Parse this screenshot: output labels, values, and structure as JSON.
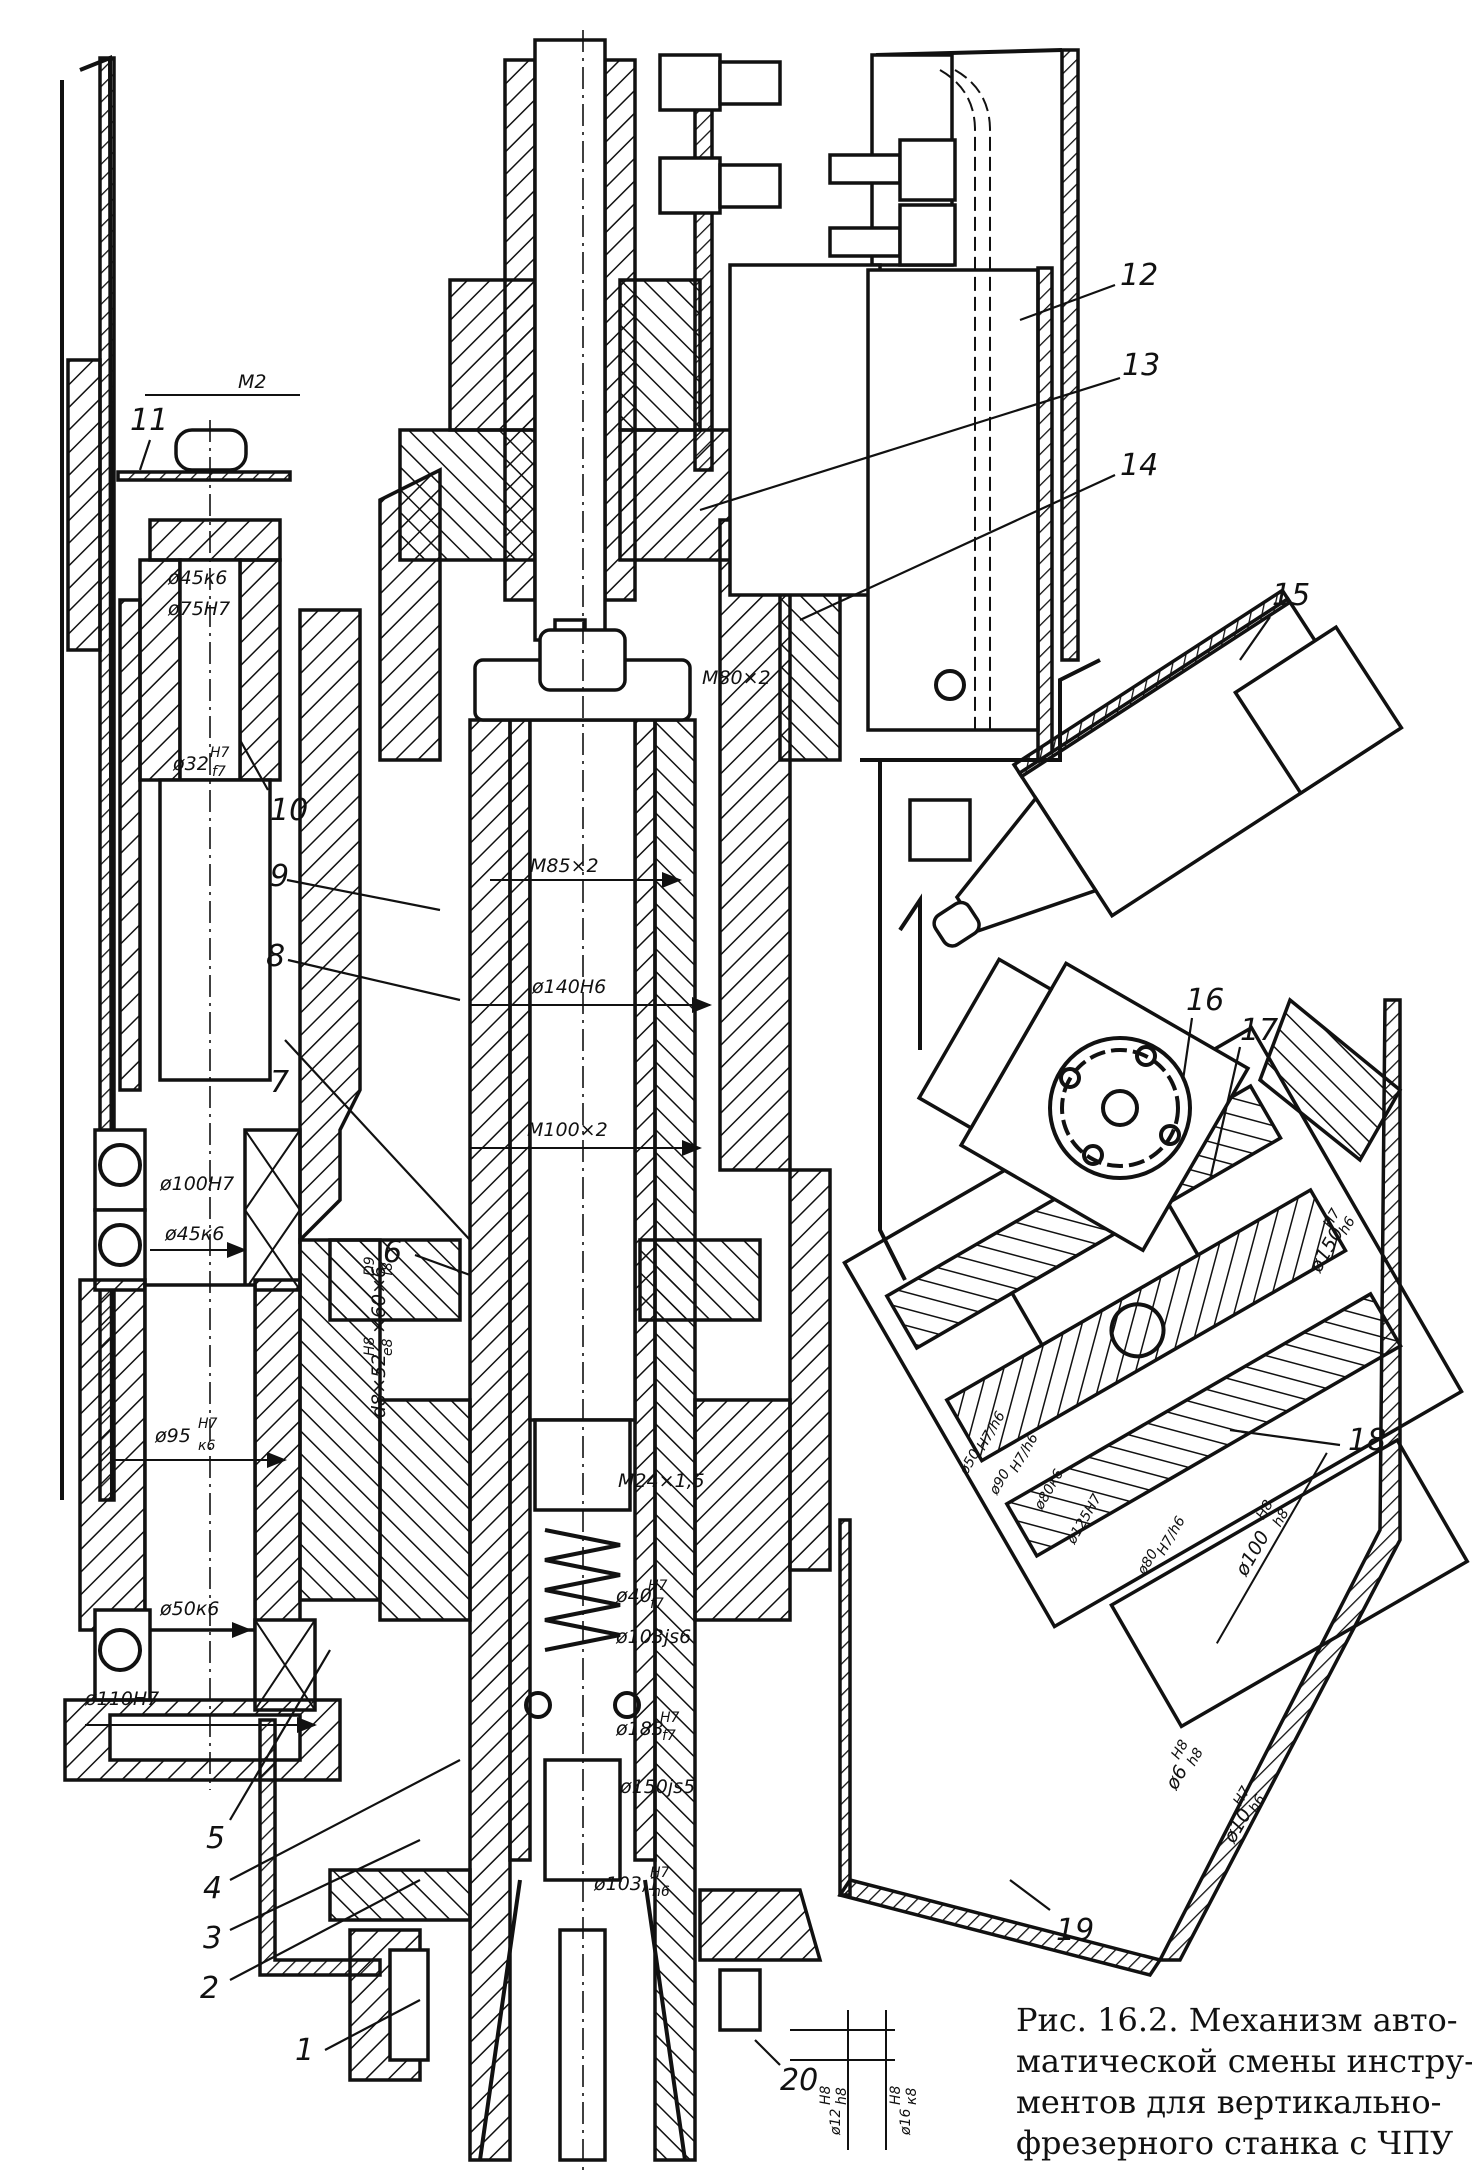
{
  "figure": {
    "caption_lines": [
      "Рис. 16.2. Механизм авто-",
      "матической смены инстру-",
      "ментов для вертикально-",
      "фрезерного станка с ЧПУ"
    ]
  },
  "callouts": [
    "1",
    "2",
    "3",
    "4",
    "5",
    "6",
    "7",
    "8",
    "9",
    "10",
    "11",
    "12",
    "13",
    "14",
    "15",
    "16",
    "17",
    "18",
    "19",
    "20"
  ],
  "dimensions": {
    "m2": "M2",
    "d45k6_top": "ø45к6",
    "d75H7": "ø75H7",
    "d32": "ø32",
    "d32_fit_num": "H7",
    "d32_fit_den": "f7",
    "m80x2": "M80×2",
    "m85x2": "M85×2",
    "d140H6": "ø140H6",
    "m100x2": "M100×2",
    "d100H7": "ø100H7",
    "d45k6": "ø45к6",
    "spline": "d8×52",
    "spline_fit1_num": "H8",
    "spline_fit1_den": "e8",
    "spline_mid": "×60×6",
    "spline_fit2_num": "D9",
    "spline_fit2_den": "f8",
    "d95": "ø95",
    "d95_fit_num": "H7",
    "d95_fit_den": "к6",
    "d50k6": "ø50к6",
    "d110H7": "ø110H7",
    "m24x15": "M24×1,5",
    "d40": "ø40",
    "d40_fit_num": "H7",
    "d40_fit_den": "f7",
    "d103js6": "ø103js6",
    "d183": "ø183",
    "d183_fit_num": "H7",
    "d183_fit_den": "f7",
    "d150js5": "ø150js5",
    "d103_1": "ø103,1",
    "d103_1_fit_num": "H7",
    "d103_1_fit_den": "h6",
    "d150_arm": "ø150",
    "d150_arm_fit_num": "H7",
    "d150_arm_fit_den": "h6",
    "d50_arm": "ø50",
    "d50_arm_fit": "H7/h6",
    "d90_arm": "ø90",
    "d90_arm_fit": "H7/h6",
    "d80k6_arm": "ø80к6",
    "d125H7_arm": "ø125H7",
    "d80_arm": "ø80",
    "d80_arm_fit": "H7/h6",
    "d100_arm": "ø100",
    "d100_arm_fit_num": "H8",
    "d100_arm_fit_den": "h8",
    "d6": "ø6",
    "d6_fit_num": "H8",
    "d6_fit_den": "h8",
    "d10": "ø10",
    "d10_fit_num": "H7",
    "d10_fit_den": "h6",
    "d12": "ø12",
    "d12_fit_num": "H8",
    "d12_fit_den": "h8",
    "d16": "ø16",
    "d16_fit_num": "H8",
    "d16_fit_den": "к8"
  }
}
